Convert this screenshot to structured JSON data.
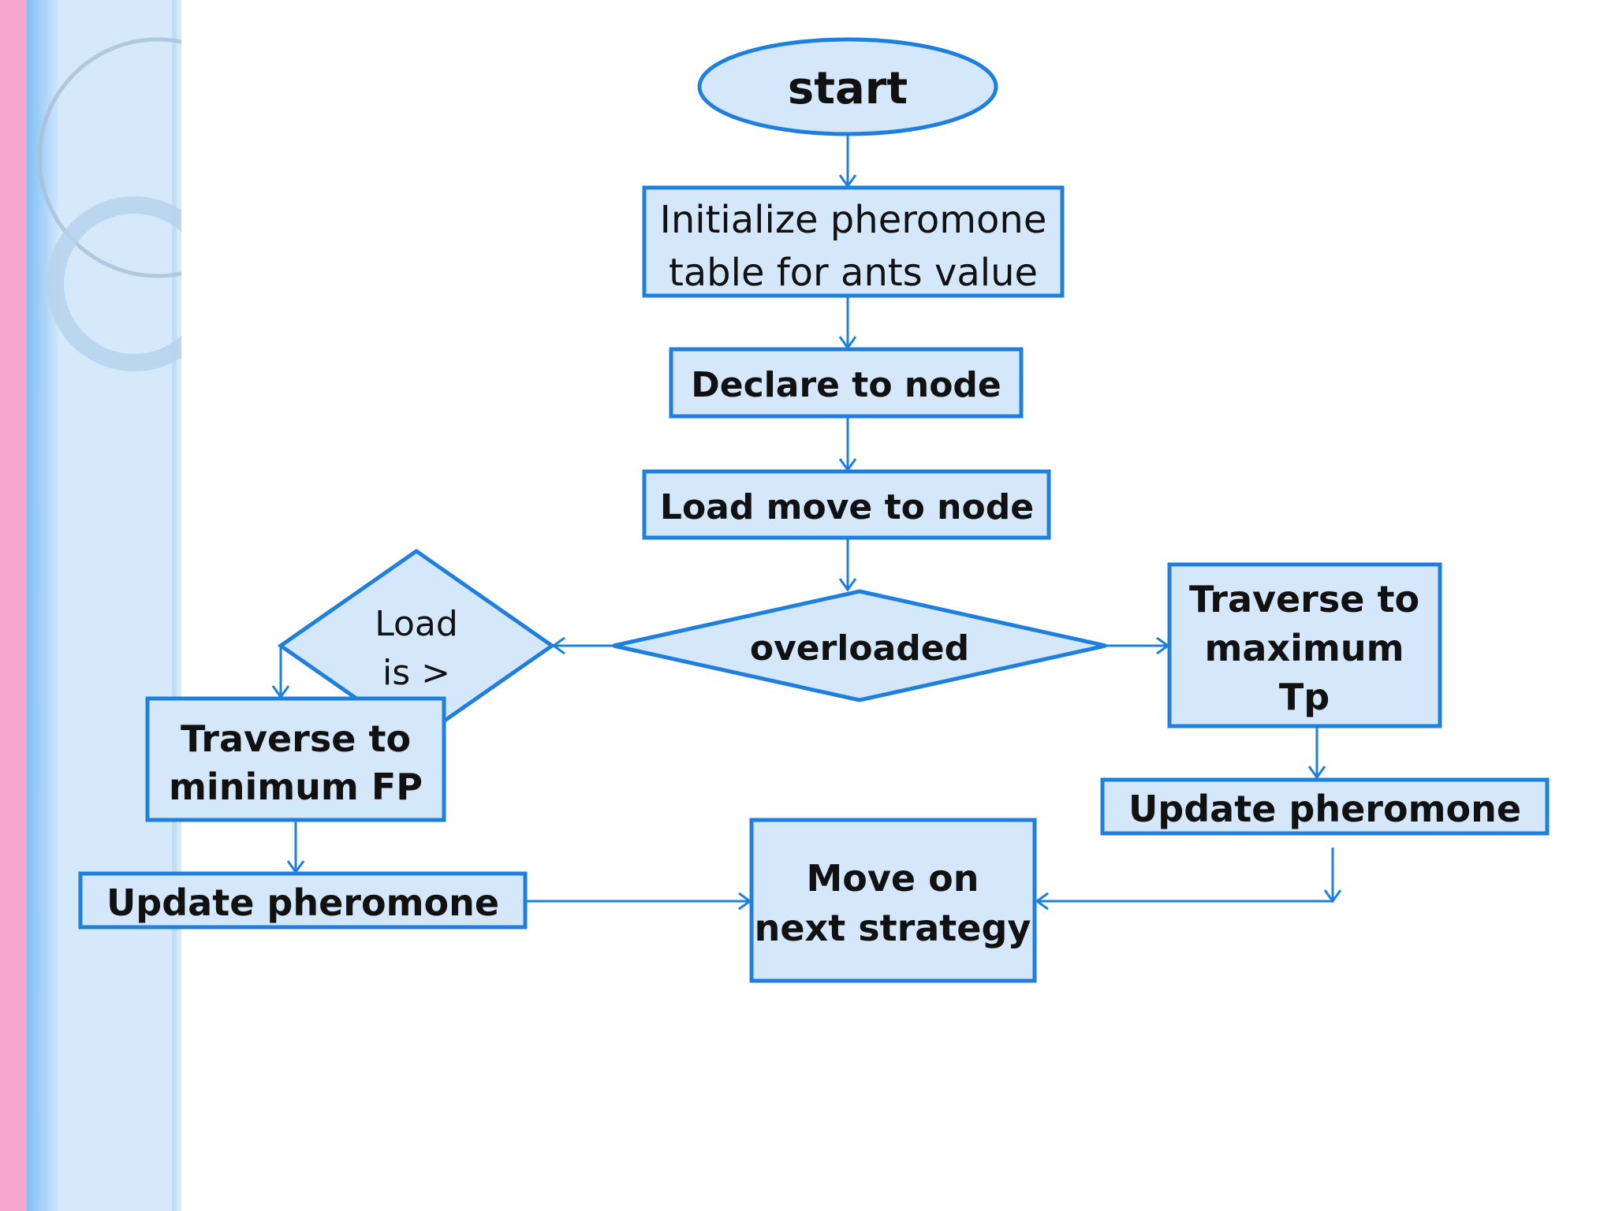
{
  "colors": {
    "node_fill": "#d4e7fb",
    "node_stroke": "#1e7fdc",
    "connector": "#1e7fdc",
    "text": "#111111",
    "sidebar_pink": "#f5a7cf",
    "sidebar_blue": "#9ed0f7",
    "sidebar_light": "#d5e9fb"
  },
  "nodes": {
    "start": {
      "label": "start",
      "shape": "ellipse"
    },
    "init": {
      "line1": "Initialize pheromone",
      "line2": "table for ants value",
      "shape": "rectangle"
    },
    "declare": {
      "label": "Declare to node",
      "shape": "rectangle"
    },
    "load_move": {
      "label": "Load move to node",
      "shape": "rectangle"
    },
    "overloaded": {
      "label": "overloaded",
      "shape": "diamond"
    },
    "load_is": {
      "line1": "Load",
      "line2": "is >",
      "shape": "diamond"
    },
    "traverse_max": {
      "line1": "Traverse to",
      "line2": "maximum",
      "line3": "Tp",
      "shape": "rectangle"
    },
    "update_right": {
      "label": "Update pheromone",
      "shape": "rectangle"
    },
    "traverse_min": {
      "line1": "Traverse to",
      "line2": "minimum FP",
      "shape": "rectangle"
    },
    "update_left": {
      "label": "Update pheromone",
      "shape": "rectangle"
    },
    "move_next": {
      "line1": "Move on",
      "line2": "next strategy",
      "shape": "rectangle"
    }
  }
}
